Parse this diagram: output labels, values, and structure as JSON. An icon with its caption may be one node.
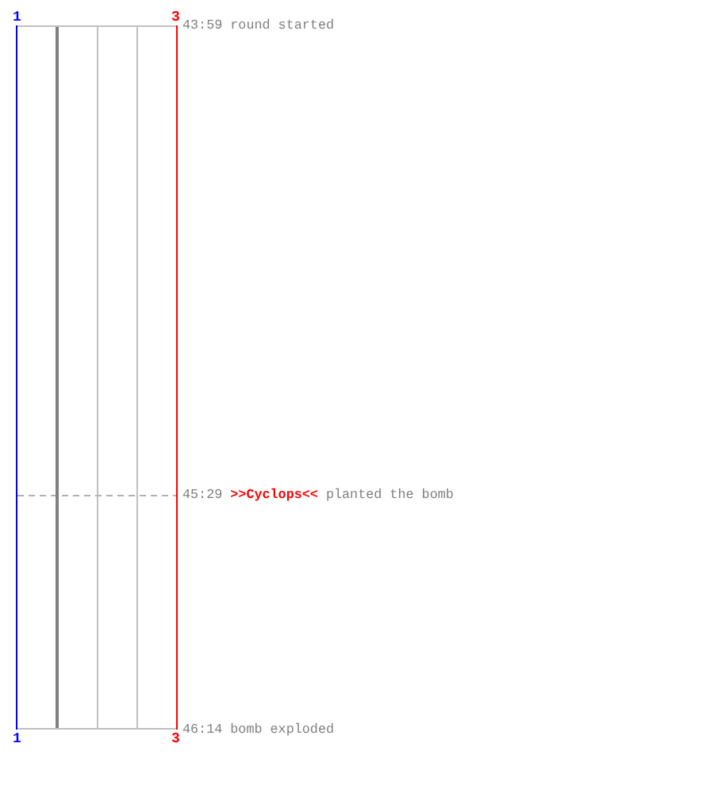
{
  "diagram": {
    "labels": [
      "1",
      "3",
      "43:59 round started",
      "45:29 **>>Cyclops<<** planted the bomb",
      "1",
      "3",
      "46:14 bomb exploded"
    ]
  }
}
